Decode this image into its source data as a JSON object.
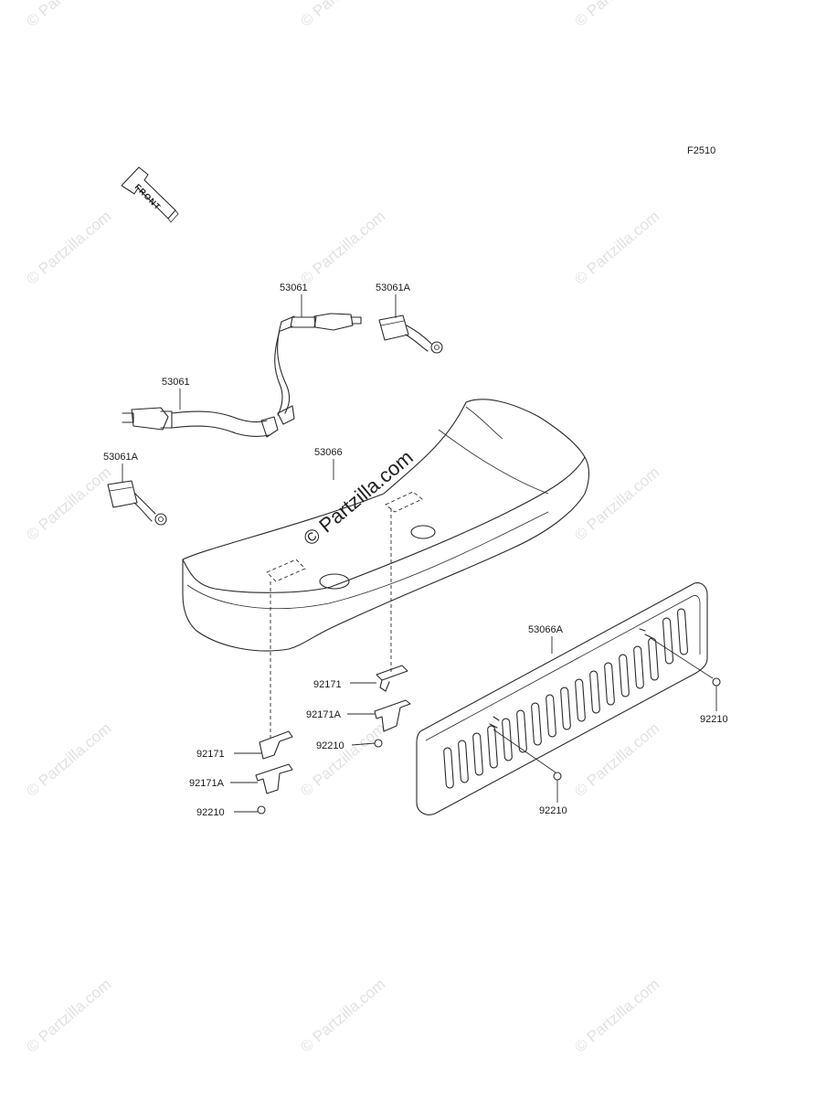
{
  "figure_code": "F2510",
  "front_arrow_label": "FRONT",
  "center_watermark": "© Partzilla.com",
  "watermark_text": "© Partzilla.com",
  "labels": {
    "belt_upper": "53061",
    "buckle_upper": "53061A",
    "belt_left": "53061",
    "buckle_left": "53061A",
    "seat": "53066",
    "panel": "53066A",
    "bracket_right": "92171",
    "bracket_a_right": "92171A",
    "nut_center": "92210",
    "bracket_left": "92171",
    "bracket_a_left": "92171A",
    "nut_left": "92210",
    "nut_panel_right": "92210",
    "nut_panel_bottom": "92210"
  },
  "colors": {
    "ink": "#2a2a2a",
    "watermark": "#e2e2e2",
    "background": "#ffffff"
  }
}
